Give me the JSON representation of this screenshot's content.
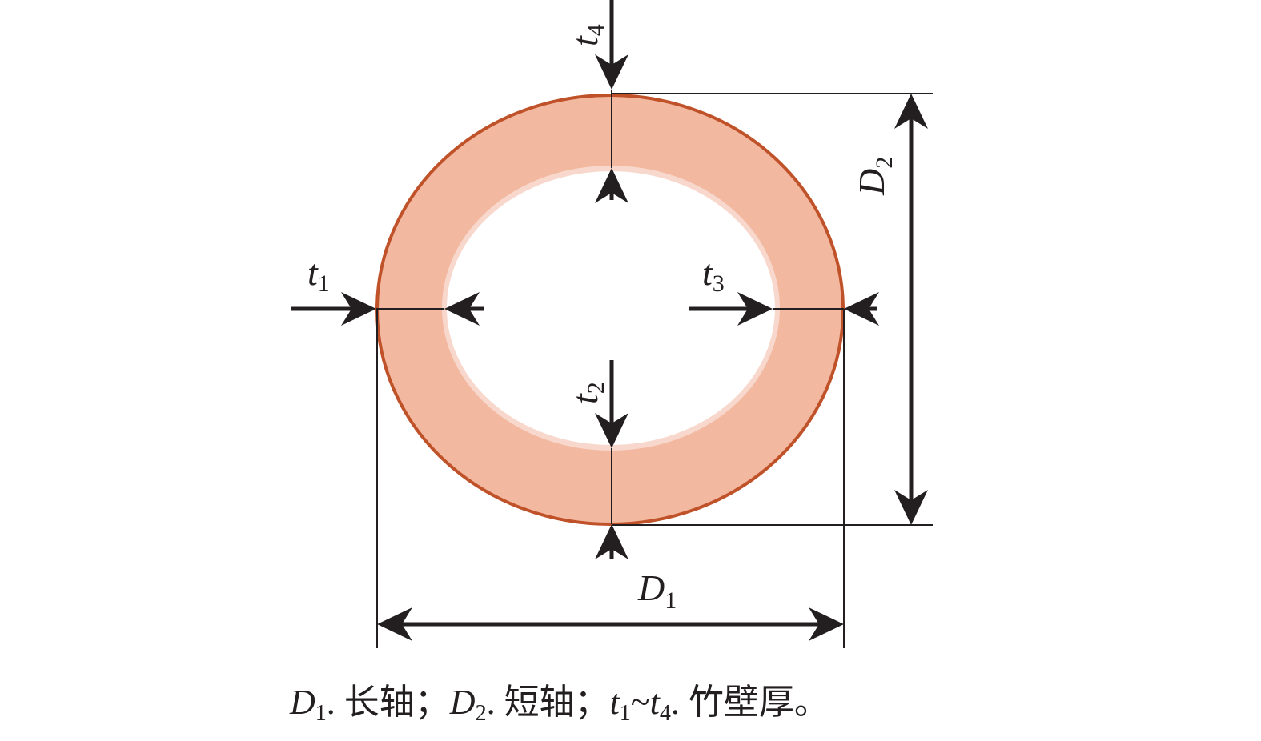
{
  "colors": {
    "ring_fill": "#f2b8a0",
    "ring_stroke": "#c0522a",
    "halo": "#f8d8cc",
    "ink": "#231f20"
  },
  "labels": {
    "t1": {
      "var": "t",
      "sub": "1"
    },
    "t2": {
      "var": "t",
      "sub": "2"
    },
    "t3": {
      "var": "t",
      "sub": "3"
    },
    "t4": {
      "var": "t",
      "sub": "4"
    },
    "D1": {
      "var": "D",
      "sub": "1"
    },
    "D2": {
      "var": "D",
      "sub": "2"
    }
  },
  "caption": {
    "d1_var": "D",
    "d1_sub": "1",
    "d1_text": ". 长轴；",
    "d2_var": "D",
    "d2_sub": "2",
    "d2_text": ". 短轴；",
    "t_var_a": "t",
    "t_sub_a": "1",
    "tilde": "~",
    "t_var_b": "t",
    "t_sub_b": "4",
    "t_text": ". 竹壁厚。"
  }
}
